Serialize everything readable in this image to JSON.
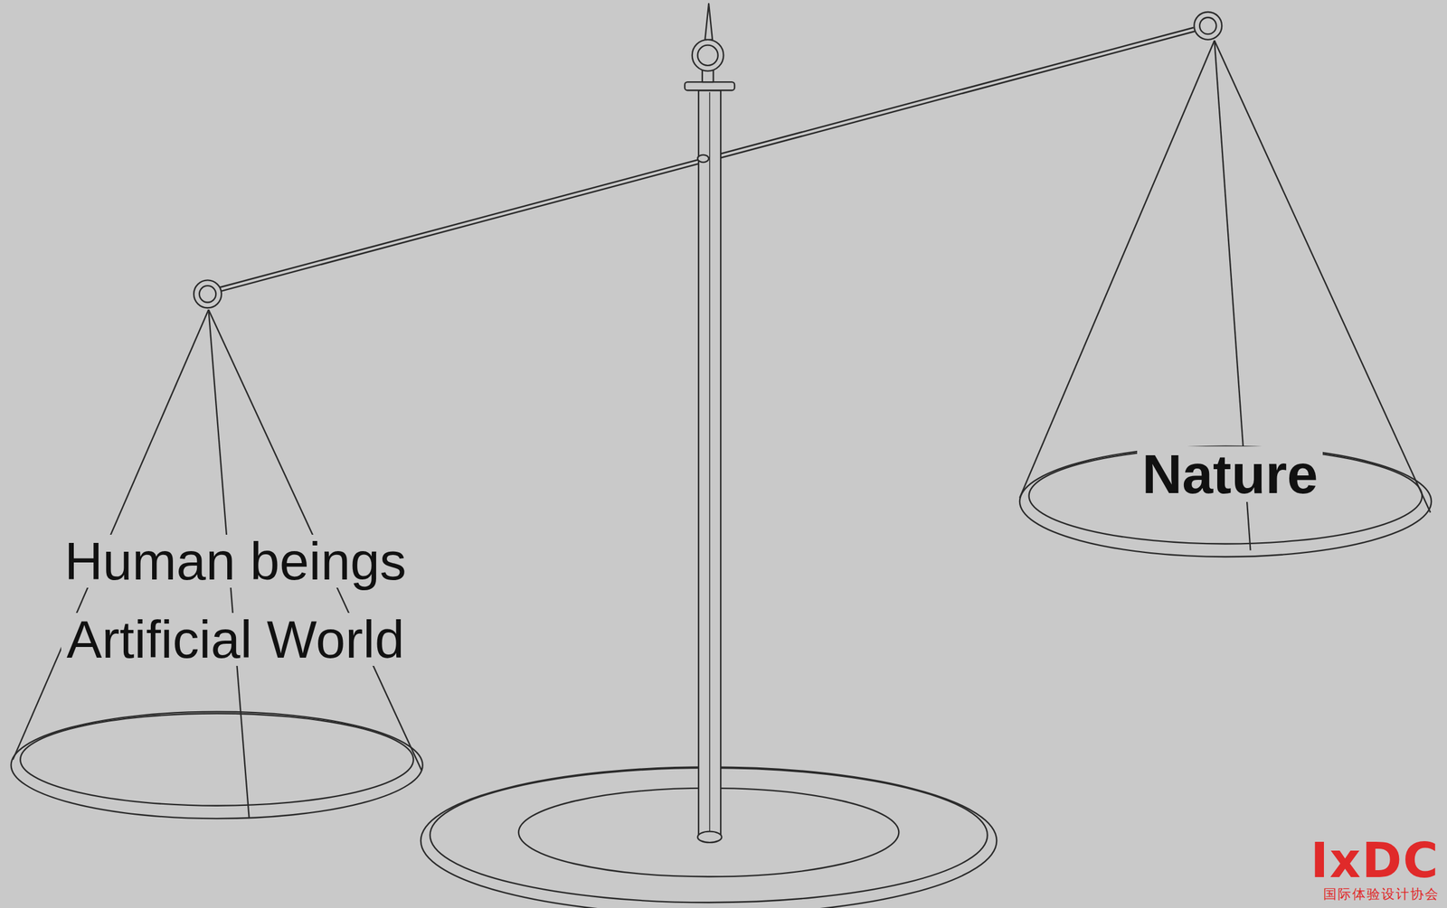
{
  "diagram": {
    "nodes": [
      {
        "text": [
          "Human beings",
          "Artificial World"
        ]
      },
      {
        "text": [
          "Nature"
        ]
      }
    ],
    "labels": [
      "IxDC",
      "国际体验设计协会"
    ]
  }
}
